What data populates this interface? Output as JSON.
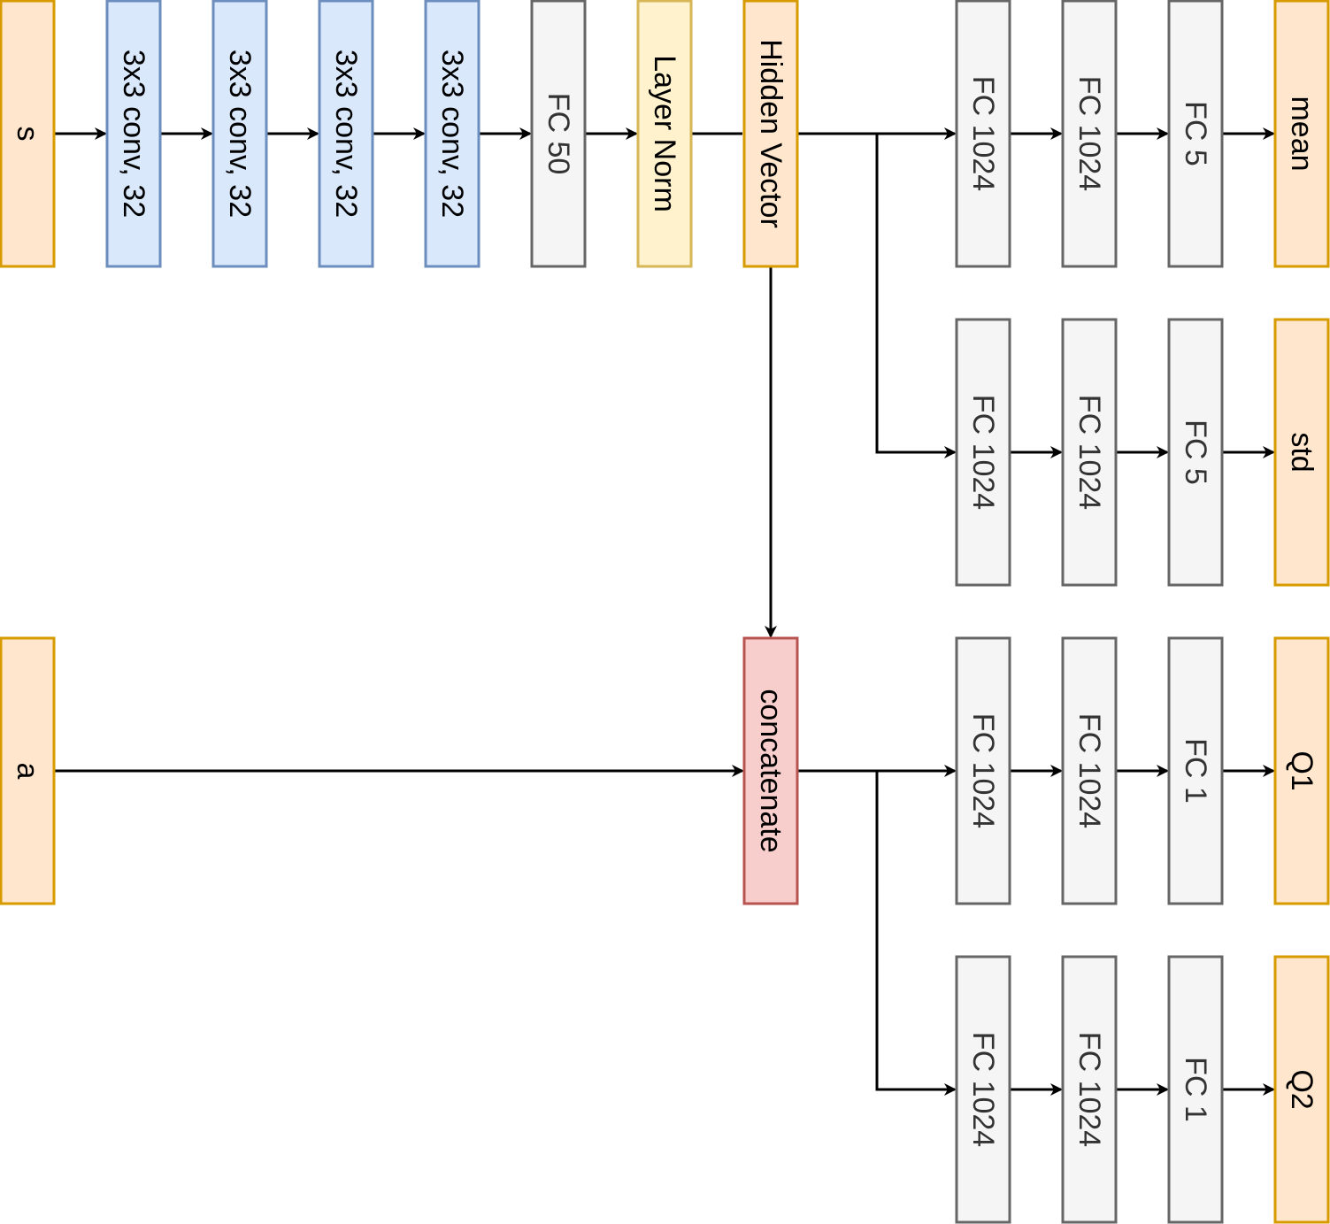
{
  "palette": {
    "io": {
      "fill": "#ffe6cc",
      "stroke": "#d79b00",
      "text": "#000000"
    },
    "conv": {
      "fill": "#dae8fc",
      "stroke": "#6c8ebf",
      "text": "#000000"
    },
    "fc": {
      "fill": "#f5f5f5",
      "stroke": "#666666",
      "text": "#333333"
    },
    "norm": {
      "fill": "#fff2cc",
      "stroke": "#d6b656",
      "text": "#000000"
    },
    "concat": {
      "fill": "#f8cecc",
      "stroke": "#b85450",
      "text": "#000000"
    },
    "edge": "#000000"
  },
  "nodes": [
    {
      "id": "s",
      "label": "s",
      "kind": "io"
    },
    {
      "id": "conv1",
      "label": "3x3 conv, 32",
      "kind": "conv"
    },
    {
      "id": "conv2",
      "label": "3x3 conv, 32",
      "kind": "conv"
    },
    {
      "id": "conv3",
      "label": "3x3 conv, 32",
      "kind": "conv"
    },
    {
      "id": "conv4",
      "label": "3x3 conv, 32",
      "kind": "conv"
    },
    {
      "id": "fc50",
      "label": "FC 50",
      "kind": "fc"
    },
    {
      "id": "layernorm",
      "label": "Layer Norm",
      "kind": "norm"
    },
    {
      "id": "hidden",
      "label": "Hidden Vector",
      "kind": "io"
    },
    {
      "id": "mean_fc1",
      "label": "FC 1024",
      "kind": "fc"
    },
    {
      "id": "mean_fc2",
      "label": "FC 1024",
      "kind": "fc"
    },
    {
      "id": "mean_fc3",
      "label": "FC 5",
      "kind": "fc"
    },
    {
      "id": "mean",
      "label": "mean",
      "kind": "io"
    },
    {
      "id": "std_fc1",
      "label": "FC 1024",
      "kind": "fc"
    },
    {
      "id": "std_fc2",
      "label": "FC 1024",
      "kind": "fc"
    },
    {
      "id": "std_fc3",
      "label": "FC 5",
      "kind": "fc"
    },
    {
      "id": "std",
      "label": "std",
      "kind": "io"
    },
    {
      "id": "a",
      "label": "a",
      "kind": "io"
    },
    {
      "id": "concat",
      "label": "concatenate",
      "kind": "concat"
    },
    {
      "id": "q1_fc1",
      "label": "FC 1024",
      "kind": "fc"
    },
    {
      "id": "q1_fc2",
      "label": "FC 1024",
      "kind": "fc"
    },
    {
      "id": "q1_fc3",
      "label": "FC 1",
      "kind": "fc"
    },
    {
      "id": "q1",
      "label": "Q1",
      "kind": "io"
    },
    {
      "id": "q2_fc1",
      "label": "FC 1024",
      "kind": "fc"
    },
    {
      "id": "q2_fc2",
      "label": "FC 1024",
      "kind": "fc"
    },
    {
      "id": "q2_fc3",
      "label": "FC 1",
      "kind": "fc"
    },
    {
      "id": "q2",
      "label": "Q2",
      "kind": "io"
    }
  ],
  "edges": [
    {
      "from": "s",
      "to": "conv1"
    },
    {
      "from": "conv1",
      "to": "conv2"
    },
    {
      "from": "conv2",
      "to": "conv3"
    },
    {
      "from": "conv3",
      "to": "conv4"
    },
    {
      "from": "conv4",
      "to": "fc50"
    },
    {
      "from": "fc50",
      "to": "layernorm"
    },
    {
      "from": "layernorm",
      "to": "hidden"
    },
    {
      "from": "hidden",
      "to": "mean_fc1"
    },
    {
      "from": "mean_fc1",
      "to": "mean_fc2"
    },
    {
      "from": "mean_fc2",
      "to": "mean_fc3"
    },
    {
      "from": "mean_fc3",
      "to": "mean"
    },
    {
      "from": "hidden",
      "to": "std_fc1"
    },
    {
      "from": "std_fc1",
      "to": "std_fc2"
    },
    {
      "from": "std_fc2",
      "to": "std_fc3"
    },
    {
      "from": "std_fc3",
      "to": "std"
    },
    {
      "from": "hidden",
      "to": "concat"
    },
    {
      "from": "a",
      "to": "concat"
    },
    {
      "from": "concat",
      "to": "q1_fc1"
    },
    {
      "from": "q1_fc1",
      "to": "q1_fc2"
    },
    {
      "from": "q1_fc2",
      "to": "q1_fc3"
    },
    {
      "from": "q1_fc3",
      "to": "q1"
    },
    {
      "from": "concat",
      "to": "q2_fc1"
    },
    {
      "from": "q2_fc1",
      "to": "q2_fc2"
    },
    {
      "from": "q2_fc2",
      "to": "q2_fc3"
    },
    {
      "from": "q2_fc3",
      "to": "q2"
    }
  ]
}
